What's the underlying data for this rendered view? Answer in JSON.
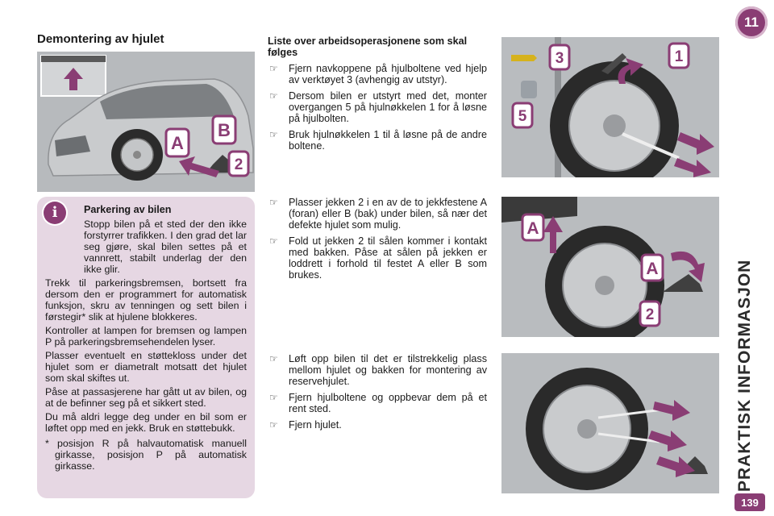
{
  "chapter": {
    "number": "11",
    "title": "PRAKTISK INFORMASJON",
    "page_number": "139"
  },
  "section_title": "Demontering av hjulet",
  "figure_labels": {
    "a": "A",
    "b": "B",
    "one": "1",
    "two": "2",
    "three": "3",
    "five": "5"
  },
  "info_box": {
    "icon": "i",
    "title": "Parkering av bilen",
    "paragraphs": [
      "Stopp bilen på et sted der den ikke forstyrrer trafikken. I den grad det lar seg gjøre, skal bilen settes på et vannrett, stabilt underlag der den ikke glir.",
      "Trekk til parkeringsbremsen, bortsett fra dersom den er programmert for automatisk funksjon, skru av tenningen og sett bilen i førstegir* slik at hjulene blokkeres.",
      "Kontroller at lampen for bremsen og lampen P på parkeringsbremsehendelen lyser.",
      "Plasser eventuelt en støttekloss under det hjulet som er diametralt motsatt det hjulet som skal skiftes ut.",
      "Påse at passasjerene har gått ut av bilen, og at de befinner seg på et sikkert sted.",
      "Du må aldri legge deg under en bil som er løftet opp med en jekk. Bruk en støttebukk."
    ],
    "note": "* posisjon R på halvautomatisk manuell girkasse, posisjon P på automatisk girkasse."
  },
  "steps_group1": {
    "title": "Liste over arbeidsoperasjonene som skal følges",
    "items": [
      "Fjern navkoppene på hjulboltene ved hjelp av verktøyet 3 (avhengig av utstyr).",
      "Dersom bilen er utstyrt med det, monter overgangen 5 på hjulnøkkelen 1 for å løsne på hjulbolten.",
      "Bruk hjulnøkkelen 1 til å løsne på de andre boltene."
    ]
  },
  "steps_group2": {
    "items": [
      "Plasser jekken 2 i en av de to jekkfestene A (foran) eller B (bak) under bilen, så nær det defekte hjulet som mulig.",
      "Fold ut jekken 2 til sålen kommer i kontakt med bakken. Påse at sålen på jekken er loddrett i forhold til festet A eller B som brukes."
    ]
  },
  "steps_group3": {
    "items": [
      "Løft opp bilen til det er tilstrekkelig plass mellom hjulet og bakken for montering av reservehjulet.",
      "Fjern hjulboltene og oppbevar dem på et rent sted.",
      "Fjern hjulet."
    ]
  },
  "bullet_glyph": "☞",
  "colors": {
    "accent": "#8a3d74",
    "arrow": "#8a3d74",
    "info_bg": "#e6d7e3",
    "figure_bg": "#b9bcbf"
  }
}
